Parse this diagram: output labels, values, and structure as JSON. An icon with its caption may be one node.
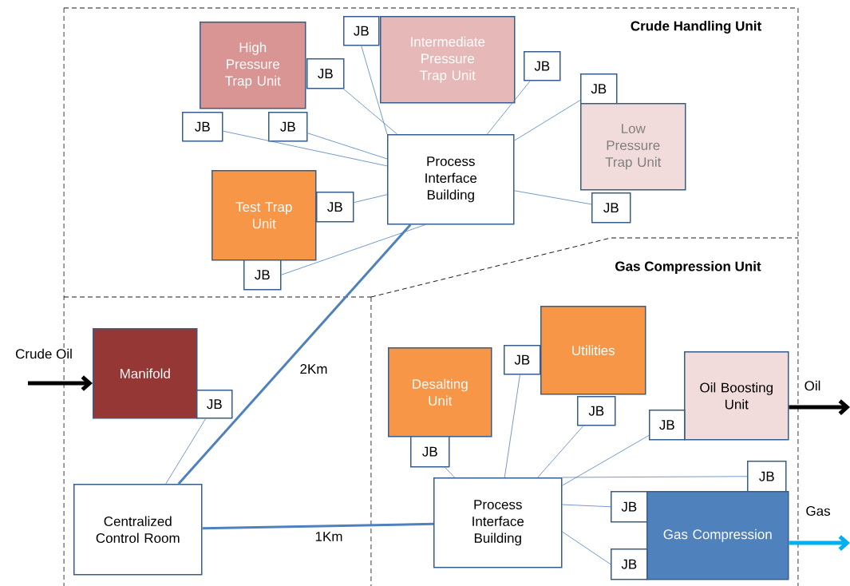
{
  "diagram": {
    "nodes": [
      {
        "text": [
          "High Pressure Trap Unit"
        ]
      },
      {
        "text": [
          "JB"
        ]
      },
      {
        "text": [
          "Intermediate Pressure Trap Unit"
        ]
      },
      {
        "text": [
          "JB"
        ]
      },
      {
        "text": [
          "JB"
        ]
      },
      {
        "text": [
          "JB"
        ]
      },
      {
        "text": [
          "JB"
        ]
      },
      {
        "text": [
          "JB"
        ]
      },
      {
        "text": [
          "Low Pressure Trap Unit"
        ]
      },
      {
        "text": [
          "Process Interface Building"
        ]
      },
      {
        "text": [
          "Test Trap Unit"
        ]
      },
      {
        "text": [
          "JB"
        ]
      },
      {
        "text": [
          "JB"
        ]
      },
      {
        "text": [
          "JB"
        ]
      },
      {
        "text": [
          "Manifold"
        ]
      },
      {
        "text": [
          "JB"
        ]
      },
      {
        "text": [
          "Desalting Unit"
        ]
      },
      {
        "text": [
          "JB"
        ]
      },
      {
        "text": [
          "Utilities"
        ]
      },
      {
        "text": [
          "JB"
        ]
      },
      {
        "text": [
          "Oil Boosting Unit"
        ]
      },
      {
        "text": [
          "JB"
        ]
      },
      {
        "text": [
          "JB"
        ]
      },
      {
        "text": [
          "JB"
        ]
      },
      {
        "text": [
          "Centralized Control Room"
        ]
      },
      {
        "text": [
          "Process Interface Building"
        ]
      },
      {
        "text": [
          "JB"
        ]
      },
      {
        "text": [
          "Gas Compression"
        ]
      },
      {
        "text": [
          "JB"
        ]
      }
    ],
    "edges": [
      {
        "from": 9,
        "to": 1,
        "arrow": "none"
      },
      {
        "from": 9,
        "to": 3,
        "arrow": "none"
      },
      {
        "from": 9,
        "to": 4,
        "arrow": "none"
      },
      {
        "from": 9,
        "to": 5,
        "arrow": "none"
      },
      {
        "from": 9,
        "to": 6,
        "arrow": "none"
      },
      {
        "from": 9,
        "to": 7,
        "arrow": "none"
      },
      {
        "from": 9,
        "to": 11,
        "arrow": "none"
      },
      {
        "from": 9,
        "to": 12,
        "arrow": "none"
      },
      {
        "from": 9,
        "to": 13,
        "arrow": "none"
      },
      {
        "from": 9,
        "to": 24,
        "arrow": "none",
        "label": "2Km",
        "style": "thick"
      },
      {
        "from": 15,
        "to": 24,
        "arrow": "none"
      },
      {
        "from": 24,
        "to": 25,
        "arrow": "none",
        "label": "1Km",
        "style": "thick"
      },
      {
        "from": 25,
        "to": 22,
        "arrow": "none"
      },
      {
        "from": 25,
        "to": 17,
        "arrow": "none"
      },
      {
        "from": 25,
        "to": 19,
        "arrow": "none"
      },
      {
        "from": 25,
        "to": 21,
        "arrow": "none"
      },
      {
        "from": 25,
        "to": 23,
        "arrow": "none"
      },
      {
        "from": 25,
        "to": 26,
        "arrow": "none"
      },
      {
        "from": 25,
        "to": 28,
        "arrow": "none"
      },
      {
        "from": null,
        "to": 14,
        "arrow": "to",
        "label": "Crude Oil",
        "style": "thick",
        "color": "#000000"
      },
      {
        "from": 20,
        "to": null,
        "arrow": "to",
        "label": "Oil",
        "style": "thick",
        "color": "#000000"
      },
      {
        "from": 27,
        "to": null,
        "arrow": "to",
        "label": "Gas",
        "style": "thick",
        "color": "#00b0f0"
      }
    ],
    "labels": [
      "Crude Handling Unit",
      "Gas Compression Unit"
    ]
  }
}
